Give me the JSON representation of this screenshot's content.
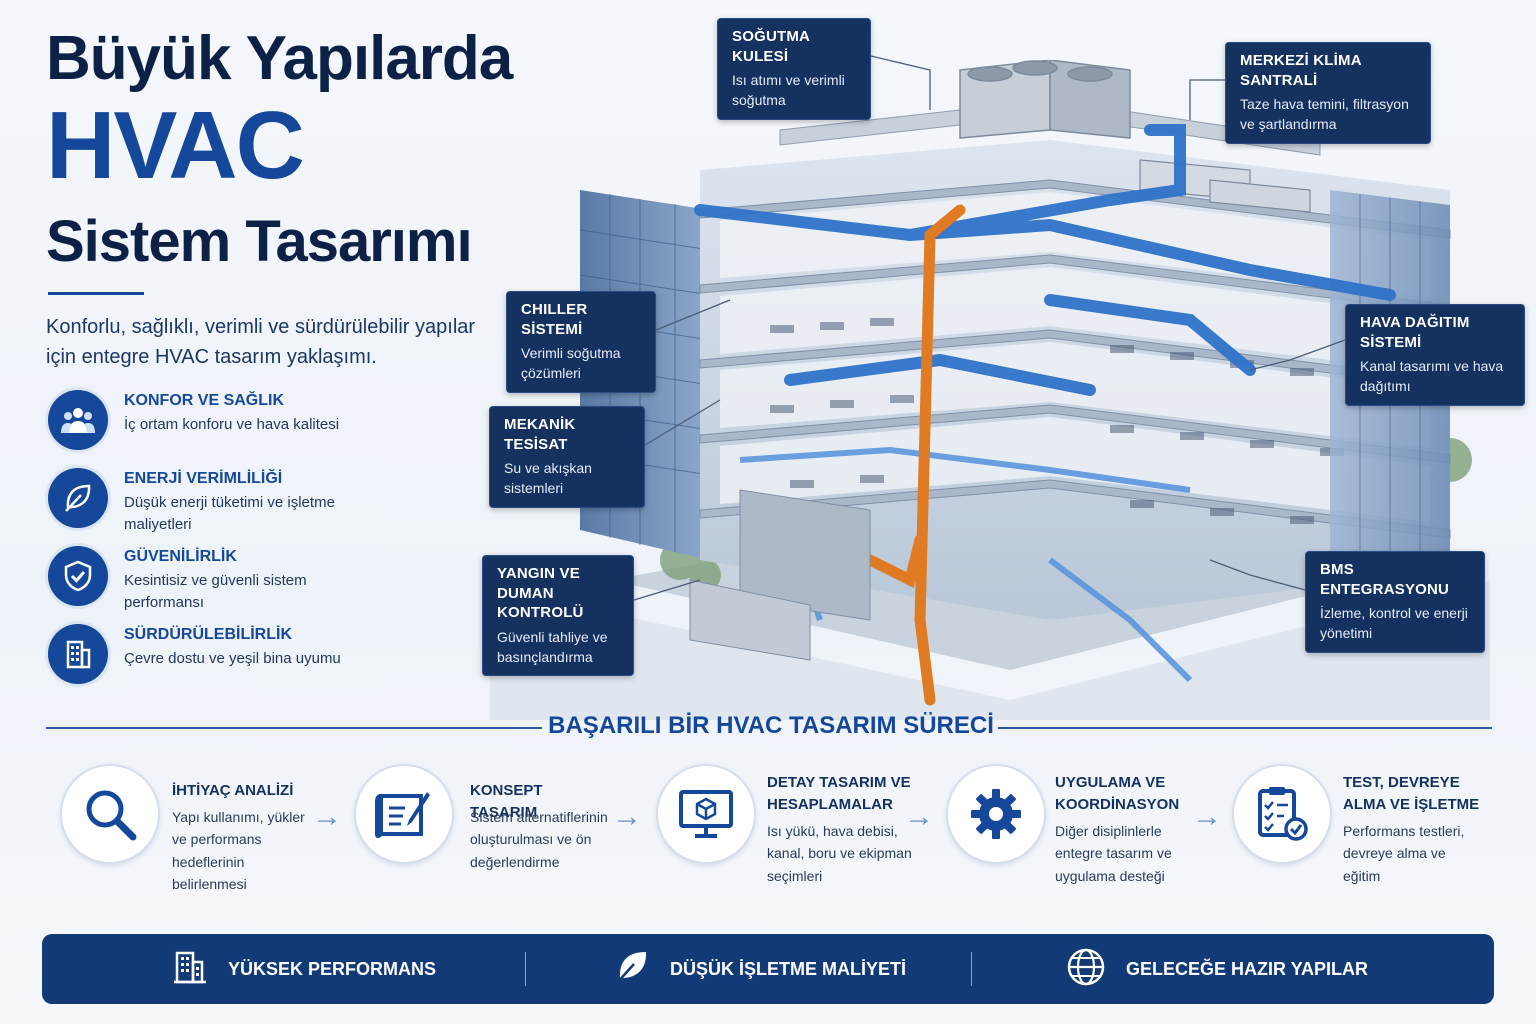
{
  "title": {
    "line1": "Büyük Yapılarda",
    "line2": "HVAC",
    "line3": "Sistem Tasarımı",
    "subtitle": "Konforlu, sağlıklı, verimli ve sürdürülebilir yapılar için entegre HVAC tasarım yaklaşımı."
  },
  "features": [
    {
      "icon": "people-icon",
      "title": "KONFOR VE SAĞLIK",
      "desc": "İç ortam konforu ve hava kalitesi"
    },
    {
      "icon": "leaf-icon",
      "title": "ENERJİ VERİMLİLİĞİ",
      "desc": "Düşük enerji tüketimi ve işletme maliyetleri"
    },
    {
      "icon": "shield-check-icon",
      "title": "GÜVENİLİRLİK",
      "desc": "Kesintisiz ve güvenli sistem performansı"
    },
    {
      "icon": "building-icon",
      "title": "SÜRDÜRÜLEBİLİRLİK",
      "desc": "Çevre dostu ve yeşil bina uyumu"
    }
  ],
  "callouts": {
    "cooling_tower": {
      "title": "SOĞUTMA KULESİ",
      "desc": "Isı atımı ve verimli soğutma"
    },
    "ahu": {
      "title": "MERKEZİ KLİMA SANTRALİ",
      "desc": "Taze hava temini, filtrasyon ve şartlandırma"
    },
    "chiller": {
      "title": "CHILLER SİSTEMİ",
      "desc": "Verimli soğutma çözümleri"
    },
    "air_distribution": {
      "title": "HAVA DAĞITIM SİSTEMİ",
      "desc": "Kanal tasarımı ve hava dağıtımı"
    },
    "mechanical": {
      "title": "MEKANİK TESİSAT",
      "desc": "Su ve akışkan sistemleri"
    },
    "fire_smoke": {
      "title": "YANGIN VE DUMAN KONTROLÜ",
      "desc": "Güvenli tahliye ve basınçlandırma"
    },
    "bms": {
      "title": "BMS ENTEGRASYONU",
      "desc": "İzleme, kontrol ve enerji yönetimi"
    }
  },
  "process": {
    "title": "BAŞARILI BİR HVAC TASARIM SÜRECİ",
    "steps": [
      {
        "icon": "magnifier-icon",
        "title": "İHTİYAÇ ANALİZİ",
        "desc": "Yapı kullanımı, yükler ve performans hedeflerinin belirlenmesi"
      },
      {
        "icon": "blueprint-icon",
        "title": "KONSEPT TASARIM",
        "desc": "Sistem alternatiflerinin oluşturulması ve ön değerlendirme"
      },
      {
        "icon": "monitor-cube-icon",
        "title": "DETAY TASARIM VE HESAPLAMALAR",
        "desc": "Isı yükü, hava debisi, kanal, boru ve ekipman seçimleri"
      },
      {
        "icon": "gear-icon",
        "title": "UYGULAMA VE KOORDİNASYON",
        "desc": "Diğer disiplinlerle entegre tasarım ve uygulama desteği"
      },
      {
        "icon": "checklist-icon",
        "title": "TEST, DEVREYE ALMA VE İŞLETME",
        "desc": "Performans testleri, devreye alma ve eğitim"
      }
    ]
  },
  "banner": [
    {
      "icon": "building-icon",
      "label": "YÜKSEK PERFORMANS"
    },
    {
      "icon": "leaf-icon",
      "label": "DÜŞÜK İŞLETME MALİYETİ"
    },
    {
      "icon": "globe-icon",
      "label": "GELECEĞE HAZIR YAPILAR"
    }
  ],
  "colors": {
    "navy": "#14315f",
    "brand": "#15489a",
    "duct": "#2f73c9",
    "pipe": "#e07b24"
  }
}
